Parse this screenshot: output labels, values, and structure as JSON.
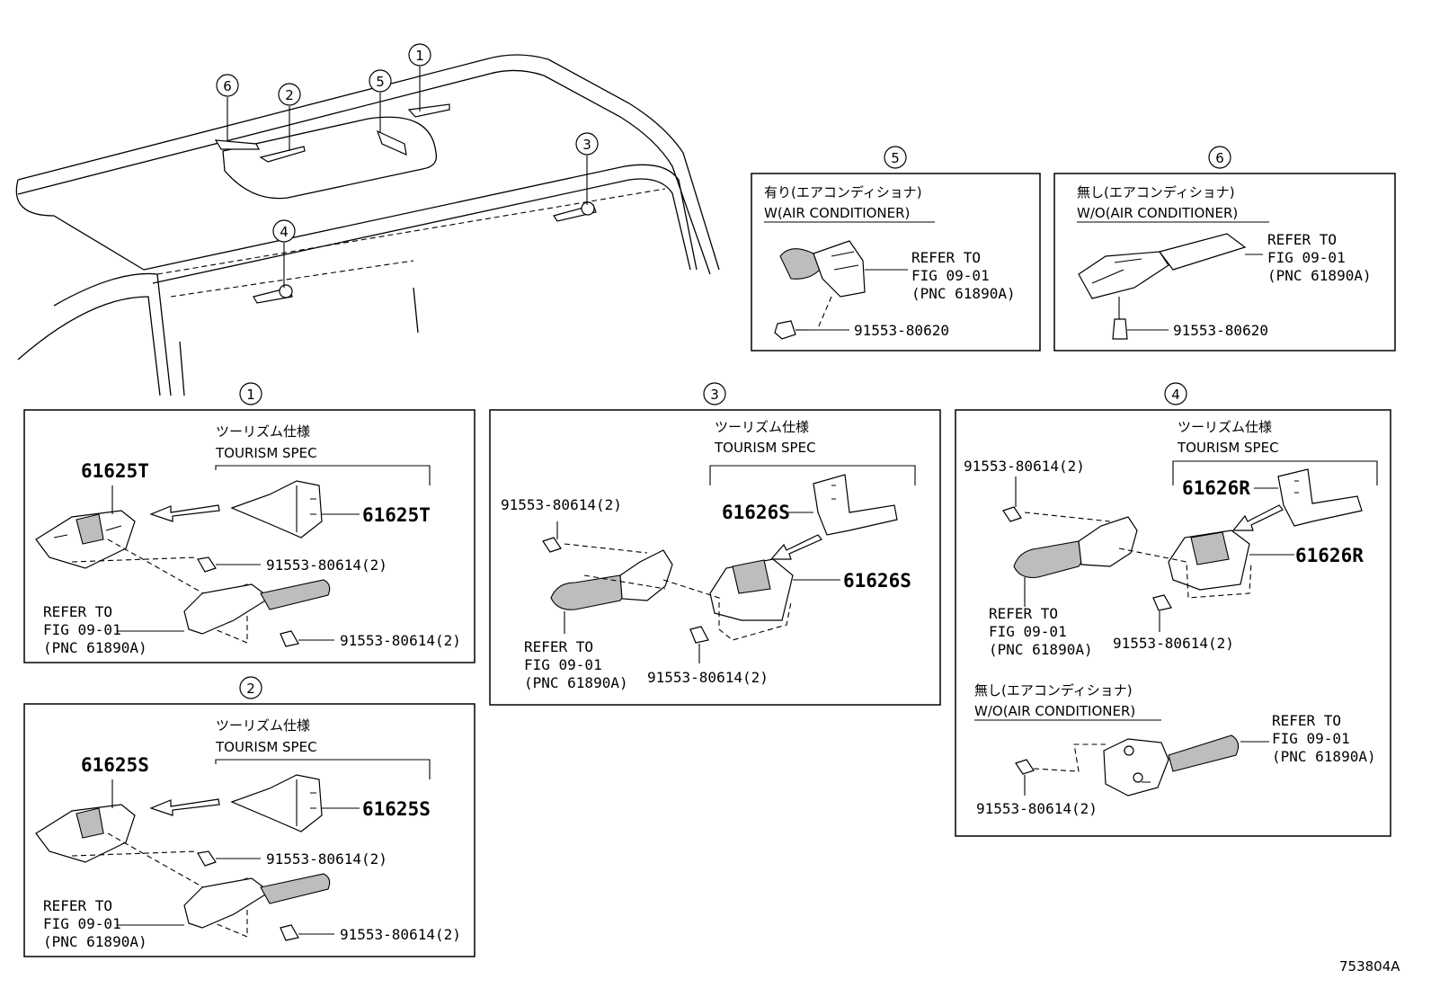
{
  "callouts": [
    "①",
    "②",
    "③",
    "④",
    "⑤",
    "⑥"
  ],
  "overview": {
    "markers": [
      "1",
      "2",
      "3",
      "4",
      "5",
      "6"
    ]
  },
  "panel1": {
    "num": "1",
    "spec_jp": "ツーリズム仕様",
    "spec_en": "TOURISM SPEC",
    "part_a": "61625T",
    "part_b": "61625T",
    "bolt1": "91553-80614(2)",
    "bolt2": "91553-80614(2)",
    "refer1": "REFER TO",
    "refer2": "FIG 09-01",
    "refer3": "(PNC 61890A)"
  },
  "panel2": {
    "num": "2",
    "spec_jp": "ツーリズム仕様",
    "spec_en": "TOURISM SPEC",
    "part_a": "61625S",
    "part_b": "61625S",
    "bolt1": "91553-80614(2)",
    "bolt2": "91553-80614(2)",
    "refer1": "REFER TO",
    "refer2": "FIG 09-01",
    "refer3": "(PNC 61890A)"
  },
  "panel3": {
    "num": "3",
    "spec_jp": "ツーリズム仕様",
    "spec_en": "TOURISM SPEC",
    "part_a": "61626S",
    "part_b": "61626S",
    "bolt1": "91553-80614(2)",
    "bolt2": "91553-80614(2)",
    "refer1": "REFER TO",
    "refer2": "FIG 09-01",
    "refer3": "(PNC 61890A)"
  },
  "panel4": {
    "num": "4",
    "spec_jp": "ツーリズム仕様",
    "spec_en": "TOURISM SPEC",
    "part_a": "61626R",
    "part_b": "61626R",
    "bolt1": "91553-80614(2)",
    "bolt2": "91553-80614(2)",
    "bolt3": "91553-80614(2)",
    "refer1": "REFER TO",
    "refer2": "FIG 09-01",
    "refer3": "(PNC 61890A)",
    "sub_jp": "無し(エアコンディショナ)",
    "sub_en": "W/O(AIR CONDITIONER)",
    "sub_refer1": "REFER TO",
    "sub_refer2": "FIG 09-01",
    "sub_refer3": "(PNC 61890A)"
  },
  "panel5": {
    "num": "5",
    "jp": "有り(エアコンディショナ)",
    "en": "W(AIR CONDITIONER)",
    "refer1": "REFER TO",
    "refer2": "FIG 09-01",
    "refer3": "(PNC 61890A)",
    "bolt": "91553-80620"
  },
  "panel6": {
    "num": "6",
    "jp": "無し(エアコンディショナ)",
    "en": "W/O(AIR CONDITIONER)",
    "refer1": "REFER TO",
    "refer2": "FIG 09-01",
    "refer3": "(PNC 61890A)",
    "bolt": "91553-80620"
  },
  "figure_id": "753804A"
}
